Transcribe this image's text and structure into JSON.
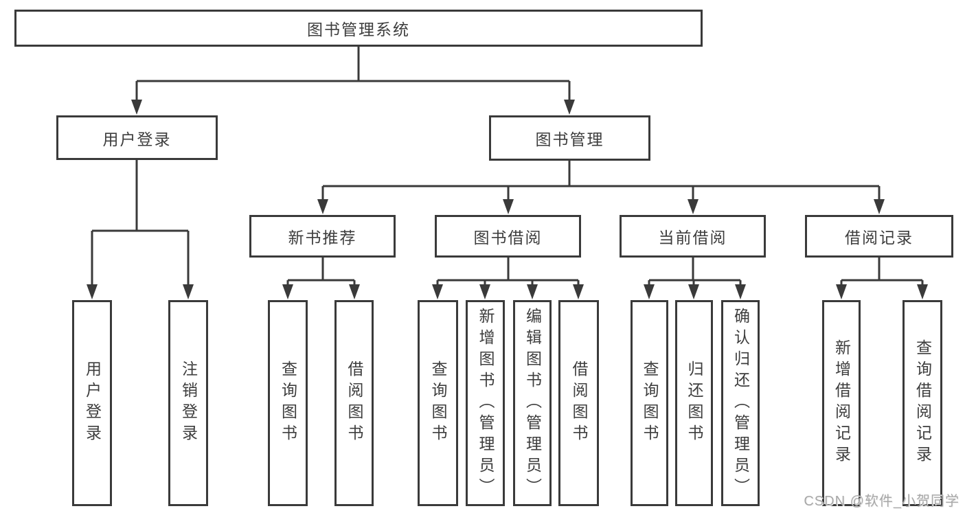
{
  "diagram": {
    "root": "图书管理系统",
    "branches": {
      "user_login": "用户登录",
      "book_management": "图书管理"
    },
    "modules": {
      "new_book_recommend": "新书推荐",
      "book_borrowing": "图书借阅",
      "current_borrowing": "当前借阅",
      "borrowing_records": "借阅记录"
    },
    "functions": {
      "user_login": "用户登录",
      "logout": "注销登录",
      "query_book_recommend": "查询图书",
      "borrow_book_recommend": "借阅图书",
      "query_book_borrowing": "查询图书",
      "add_book_admin": "新增图书（管理员）",
      "edit_book_admin": "编辑图书（管理员）",
      "borrow_book_borrowing": "借阅图书",
      "query_book_current": "查询图书",
      "return_book": "归还图书",
      "confirm_return_admin": "确认归还（管理员）",
      "add_borrow_record": "新增借阅记录",
      "query_borrow_record": "查询借阅记录"
    }
  },
  "watermark": "CSDN @软件_小贺同学",
  "colors": {
    "line": "#3a3a3a",
    "text": "#3d3d3d",
    "watermark": "#a8a8a8",
    "background": "#ffffff"
  }
}
